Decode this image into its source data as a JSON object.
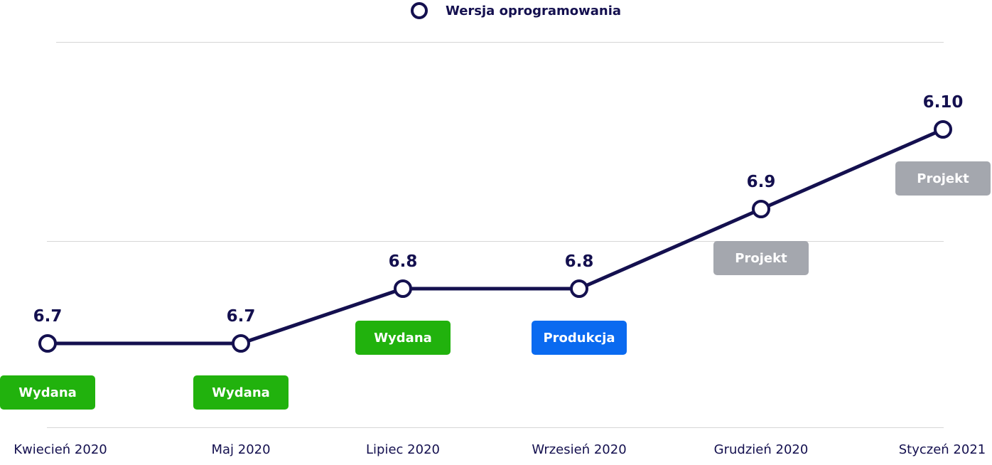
{
  "chart_data": {
    "type": "line",
    "title": "",
    "xlabel": "",
    "ylabel": "",
    "x": [
      "Kwiecień 2020",
      "Maj 2020",
      "Lipiec 2020",
      "Wrzesień 2020",
      "Grudzień 2020",
      "Styczeń 2021"
    ],
    "series": [
      {
        "name": "Wersja oprogramowania",
        "values": [
          6.7,
          6.7,
          6.8,
          6.8,
          6.9,
          6.1
        ],
        "value_labels": [
          "6.7",
          "6.7",
          "6.8",
          "6.8",
          "6.9",
          "6.10"
        ],
        "color": "#14104f"
      }
    ],
    "status_labels": [
      {
        "text": "Wydana",
        "color": "#21b20d"
      },
      {
        "text": "Wydana",
        "color": "#21b20d"
      },
      {
        "text": "Wydana",
        "color": "#21b20d"
      },
      {
        "text": "Produkcja",
        "color": "#0a6af0"
      },
      {
        "text": "Projekt",
        "color": "#a4a7ae"
      },
      {
        "text": "Projekt",
        "color": "#a4a7ae"
      }
    ],
    "y_axis_visible": false,
    "grid": true,
    "legend_position": "top-center"
  }
}
